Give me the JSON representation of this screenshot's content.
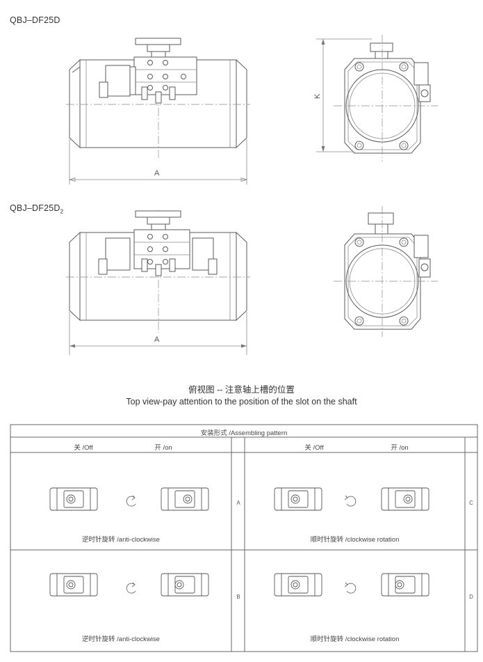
{
  "models": {
    "top": "QBJ–DF25D",
    "bottom_base": "QBJ–DF25D",
    "bottom_sub": "2"
  },
  "dimensions": {
    "a_top": "A",
    "a_bottom": "A",
    "k": "K"
  },
  "caption": {
    "cn": "俯视图 -- 注意轴上槽的位置",
    "en": "Top view-pay attention to the position of the slot on the shaft"
  },
  "table": {
    "header": "安装形式 /Assembling pattern",
    "left_off": "关 /Off",
    "left_on": "开 /on",
    "right_off": "关 /Off",
    "right_on": "开 /on",
    "row_labels": [
      "A",
      "B",
      "C",
      "D"
    ],
    "anti_clockwise_1": "逆时针旋转 /anti-clockwise",
    "anti_clockwise_2": "逆时针旋转 /anti-clockwise",
    "clockwise_1": "顺时针旋转 /clockwise rotation",
    "clockwise_2": "顺时针旋转 /clockwise rotation"
  }
}
